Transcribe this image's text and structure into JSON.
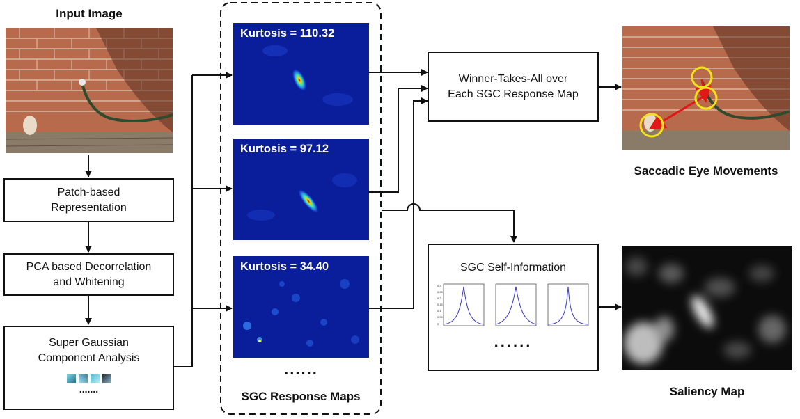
{
  "input": {
    "title": "Input Image"
  },
  "steps": [
    {
      "line1": "Patch-based",
      "line2": "Representation"
    },
    {
      "line1": "PCA based Decorrelation",
      "line2": "and Whitening"
    },
    {
      "line1": "Super Gaussian",
      "line2": "Component Analysis",
      "dots": "......."
    }
  ],
  "response_maps": {
    "caption": "SGC Response Maps",
    "dots": "......",
    "maps": [
      {
        "kurtosis": "Kurtosis = 110.32"
      },
      {
        "kurtosis": "Kurtosis = 97.12"
      },
      {
        "kurtosis": "Kurtosis = 34.40"
      }
    ]
  },
  "wta": {
    "line1": "Winner-Takes-All over",
    "line2": "Each SGC Response Map"
  },
  "self_info": {
    "title": "SGC Self-Information",
    "dots": "......"
  },
  "outputs": {
    "saccade_caption": "Saccadic Eye Movements",
    "saliency_caption": "Saliency Map"
  },
  "mini_plot_ticks": [
    "0.3",
    "0.25",
    "0.2",
    "0.15",
    "0.1",
    "0.05",
    "0"
  ],
  "colors": {
    "heat_bg": "#0a1e9c",
    "line": "#111111",
    "brick": "#b86a4c",
    "deck": "#8a7a68",
    "fixation": "#f2e21a",
    "saccade": "#e01818"
  }
}
